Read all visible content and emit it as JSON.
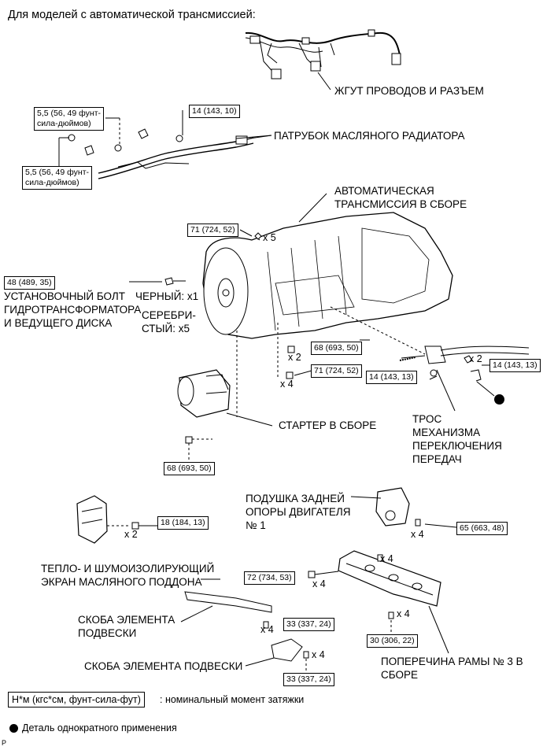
{
  "header": "Для моделей с автоматической трансмиссией:",
  "labels": {
    "wire_harness": "ЖГУТ ПРОВОДОВ И РАЗЪЕМ",
    "oil_cooler_tube": "ПАТРУБОК МАСЛЯНОГО РАДИАТОРА",
    "auto_trans_1": "АВТОМАТИЧЕСКАЯ",
    "auto_trans_2": "ТРАНСМИССИЯ В СБОРЕ",
    "bolt_1": "УСТАНОВОЧНЫЙ БОЛТ",
    "bolt_2": "ГИДРОТРАНСФОРМАТОРА",
    "bolt_3": "И ВЕДУЩЕГО ДИСКА",
    "black": "ЧЕРНЫЙ: x1",
    "silver_1": "СЕРЕБРИ-",
    "silver_2": "СТЫЙ: x5",
    "starter": "СТАРТЕР В СБОРЕ",
    "cable_1": "ТРОС",
    "cable_2": "МЕХАНИЗМА",
    "cable_3": "ПЕРЕКЛЮЧЕНИЯ",
    "cable_4": "ПЕРЕДАЧ",
    "mount_1": "ПОДУШКА ЗАДНЕЙ",
    "mount_2": "ОПОРЫ ДВИГАТЕЛЯ",
    "mount_3": "№ 1",
    "shield_1": "ТЕПЛО- И ШУМОИЗОЛИРУЮЩИЙ",
    "shield_2": "ЭКРАН МАСЛЯНОГО ПОДДОНА",
    "bracket_a_1": "СКОБА ЭЛЕМЕНТА",
    "bracket_a_2": "ПОДВЕСКИ",
    "bracket_b": "СКОБА ЭЛЕМЕНТА ПОДВЕСКИ",
    "crossmember_1": "ПОПЕРЕЧИНА РАМЫ № 3 В",
    "crossmember_2": "СБОРЕ"
  },
  "torques": {
    "t_56_a1": "5,5 (56, 49 фунт-",
    "t_56_a2": "сила-дюймов)",
    "t_56_b1": "5,5 (56, 49 фунт-",
    "t_56_b2": "сила-дюймов)",
    "t_14_a": "14 (143, 10)",
    "t_71_a": "71 (724, 52)",
    "t_48": "48 (489, 35)",
    "t_68_a": "68 (693, 50)",
    "t_71_b": "71 (724, 52)",
    "t_14_b": "14 (143, 13)",
    "t_14_c": "14 (143, 13)",
    "t_68_b": "68 (693, 50)",
    "t_18": "18 (184, 13)",
    "t_65": "65 (663, 48)",
    "t_72": "72 (734, 53)",
    "t_33_a": "33 (337, 24)",
    "t_30": "30 (306, 22)",
    "t_33_b": "33 (337, 24)"
  },
  "quantities": {
    "q_x5": "x 5",
    "q_x2_a": "x 2",
    "q_x4_a": "x 4",
    "q_x2_b": "x 2",
    "q_x2_c": "x 2",
    "q_x4_b": "x 4",
    "q_x4_c": "x 4",
    "q_x4_d": "x 4",
    "q_x4_e": "x 4",
    "q_x4_f": "x 4",
    "q_x4_g": "x 4"
  },
  "legend": {
    "unit_box": "Н*м (кгс*см, фунт-сила-фут)",
    "unit_desc": ": номинальный момент затяжки",
    "single_use": "Деталь однократного применения"
  },
  "corner_mark": "P"
}
